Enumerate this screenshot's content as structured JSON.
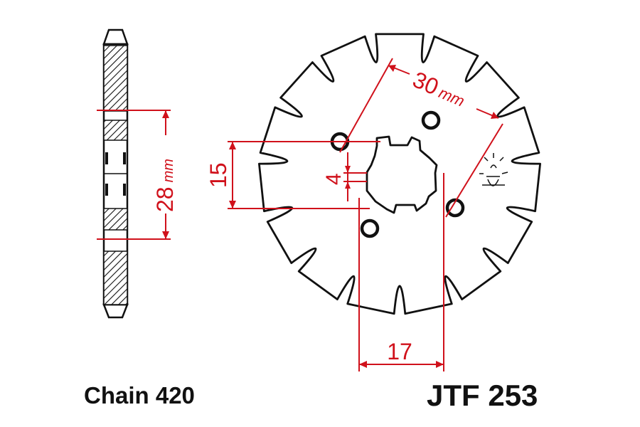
{
  "diagram": {
    "chain_label": "Chain 420",
    "part_number": "JTF 253",
    "dimensions": {
      "side_thickness": "28",
      "side_thickness_unit": "mm",
      "bolt_circle": "30",
      "bolt_circle_unit": "mm",
      "spline_height": "15",
      "spline_width": "17",
      "key_width": "4"
    },
    "sprocket": {
      "teeth": 15
    },
    "colors": {
      "outline": "#111111",
      "dimension": "#d0111b",
      "fill": "#ffffff",
      "text": "#111111"
    },
    "icons": [
      "caliper-icon"
    ]
  }
}
